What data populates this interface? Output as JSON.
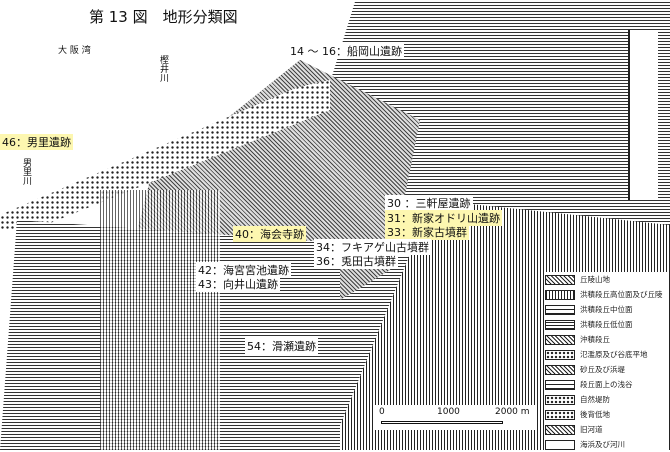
{
  "title": "第 13 図　地形分類図",
  "place_labels": {
    "bay": "大 阪 湾",
    "river_kashii": "樫井川",
    "river_otori": "男里川"
  },
  "sites": [
    {
      "id": "s14",
      "text": "14 ～ 16：船岡山遺跡",
      "highlight": false
    },
    {
      "id": "s46",
      "text": "46：男里遺跡",
      "highlight": true
    },
    {
      "id": "s30",
      "text": "30 ：三軒屋遺跡",
      "highlight": false
    },
    {
      "id": "s31",
      "text": "31：新家オドリ山遺跡",
      "highlight": true
    },
    {
      "id": "s33",
      "text": "33：新家古墳群",
      "highlight": true
    },
    {
      "id": "s40",
      "text": "40：海会寺跡",
      "highlight": true
    },
    {
      "id": "s34",
      "text": "34：フキアゲ山古墳群",
      "highlight": false
    },
    {
      "id": "s36",
      "text": "36：兎田古墳群",
      "highlight": false
    },
    {
      "id": "s42",
      "text": "42：海宮宮池遺跡",
      "highlight": false
    },
    {
      "id": "s43",
      "text": "43：向井山遺跡",
      "highlight": false
    },
    {
      "id": "s54",
      "text": "54：滑瀬遺跡",
      "highlight": false
    }
  ],
  "legend": [
    {
      "label": "丘陵山地",
      "pattern": "check"
    },
    {
      "label": "洪積段丘高位面及び丘陵",
      "pattern": "vstripes"
    },
    {
      "label": "洪積段丘中位面",
      "pattern": "dash"
    },
    {
      "label": "洪積段丘低位面",
      "pattern": "stripes"
    },
    {
      "label": "沖積段丘",
      "pattern": "check"
    },
    {
      "label": "氾濫原及び谷底平地",
      "pattern": "dots"
    },
    {
      "label": "砂丘及び浜堤",
      "pattern": "check"
    },
    {
      "label": "段丘面上の浅谷",
      "pattern": "dash"
    },
    {
      "label": "自然堤防",
      "pattern": "dots"
    },
    {
      "label": "後背低地",
      "pattern": "dots"
    },
    {
      "label": "旧河道",
      "pattern": "check"
    },
    {
      "label": "海浜及び河川",
      "pattern": "blank"
    }
  ],
  "scale": {
    "ticks": [
      "0",
      "1000",
      "2000 m"
    ]
  }
}
